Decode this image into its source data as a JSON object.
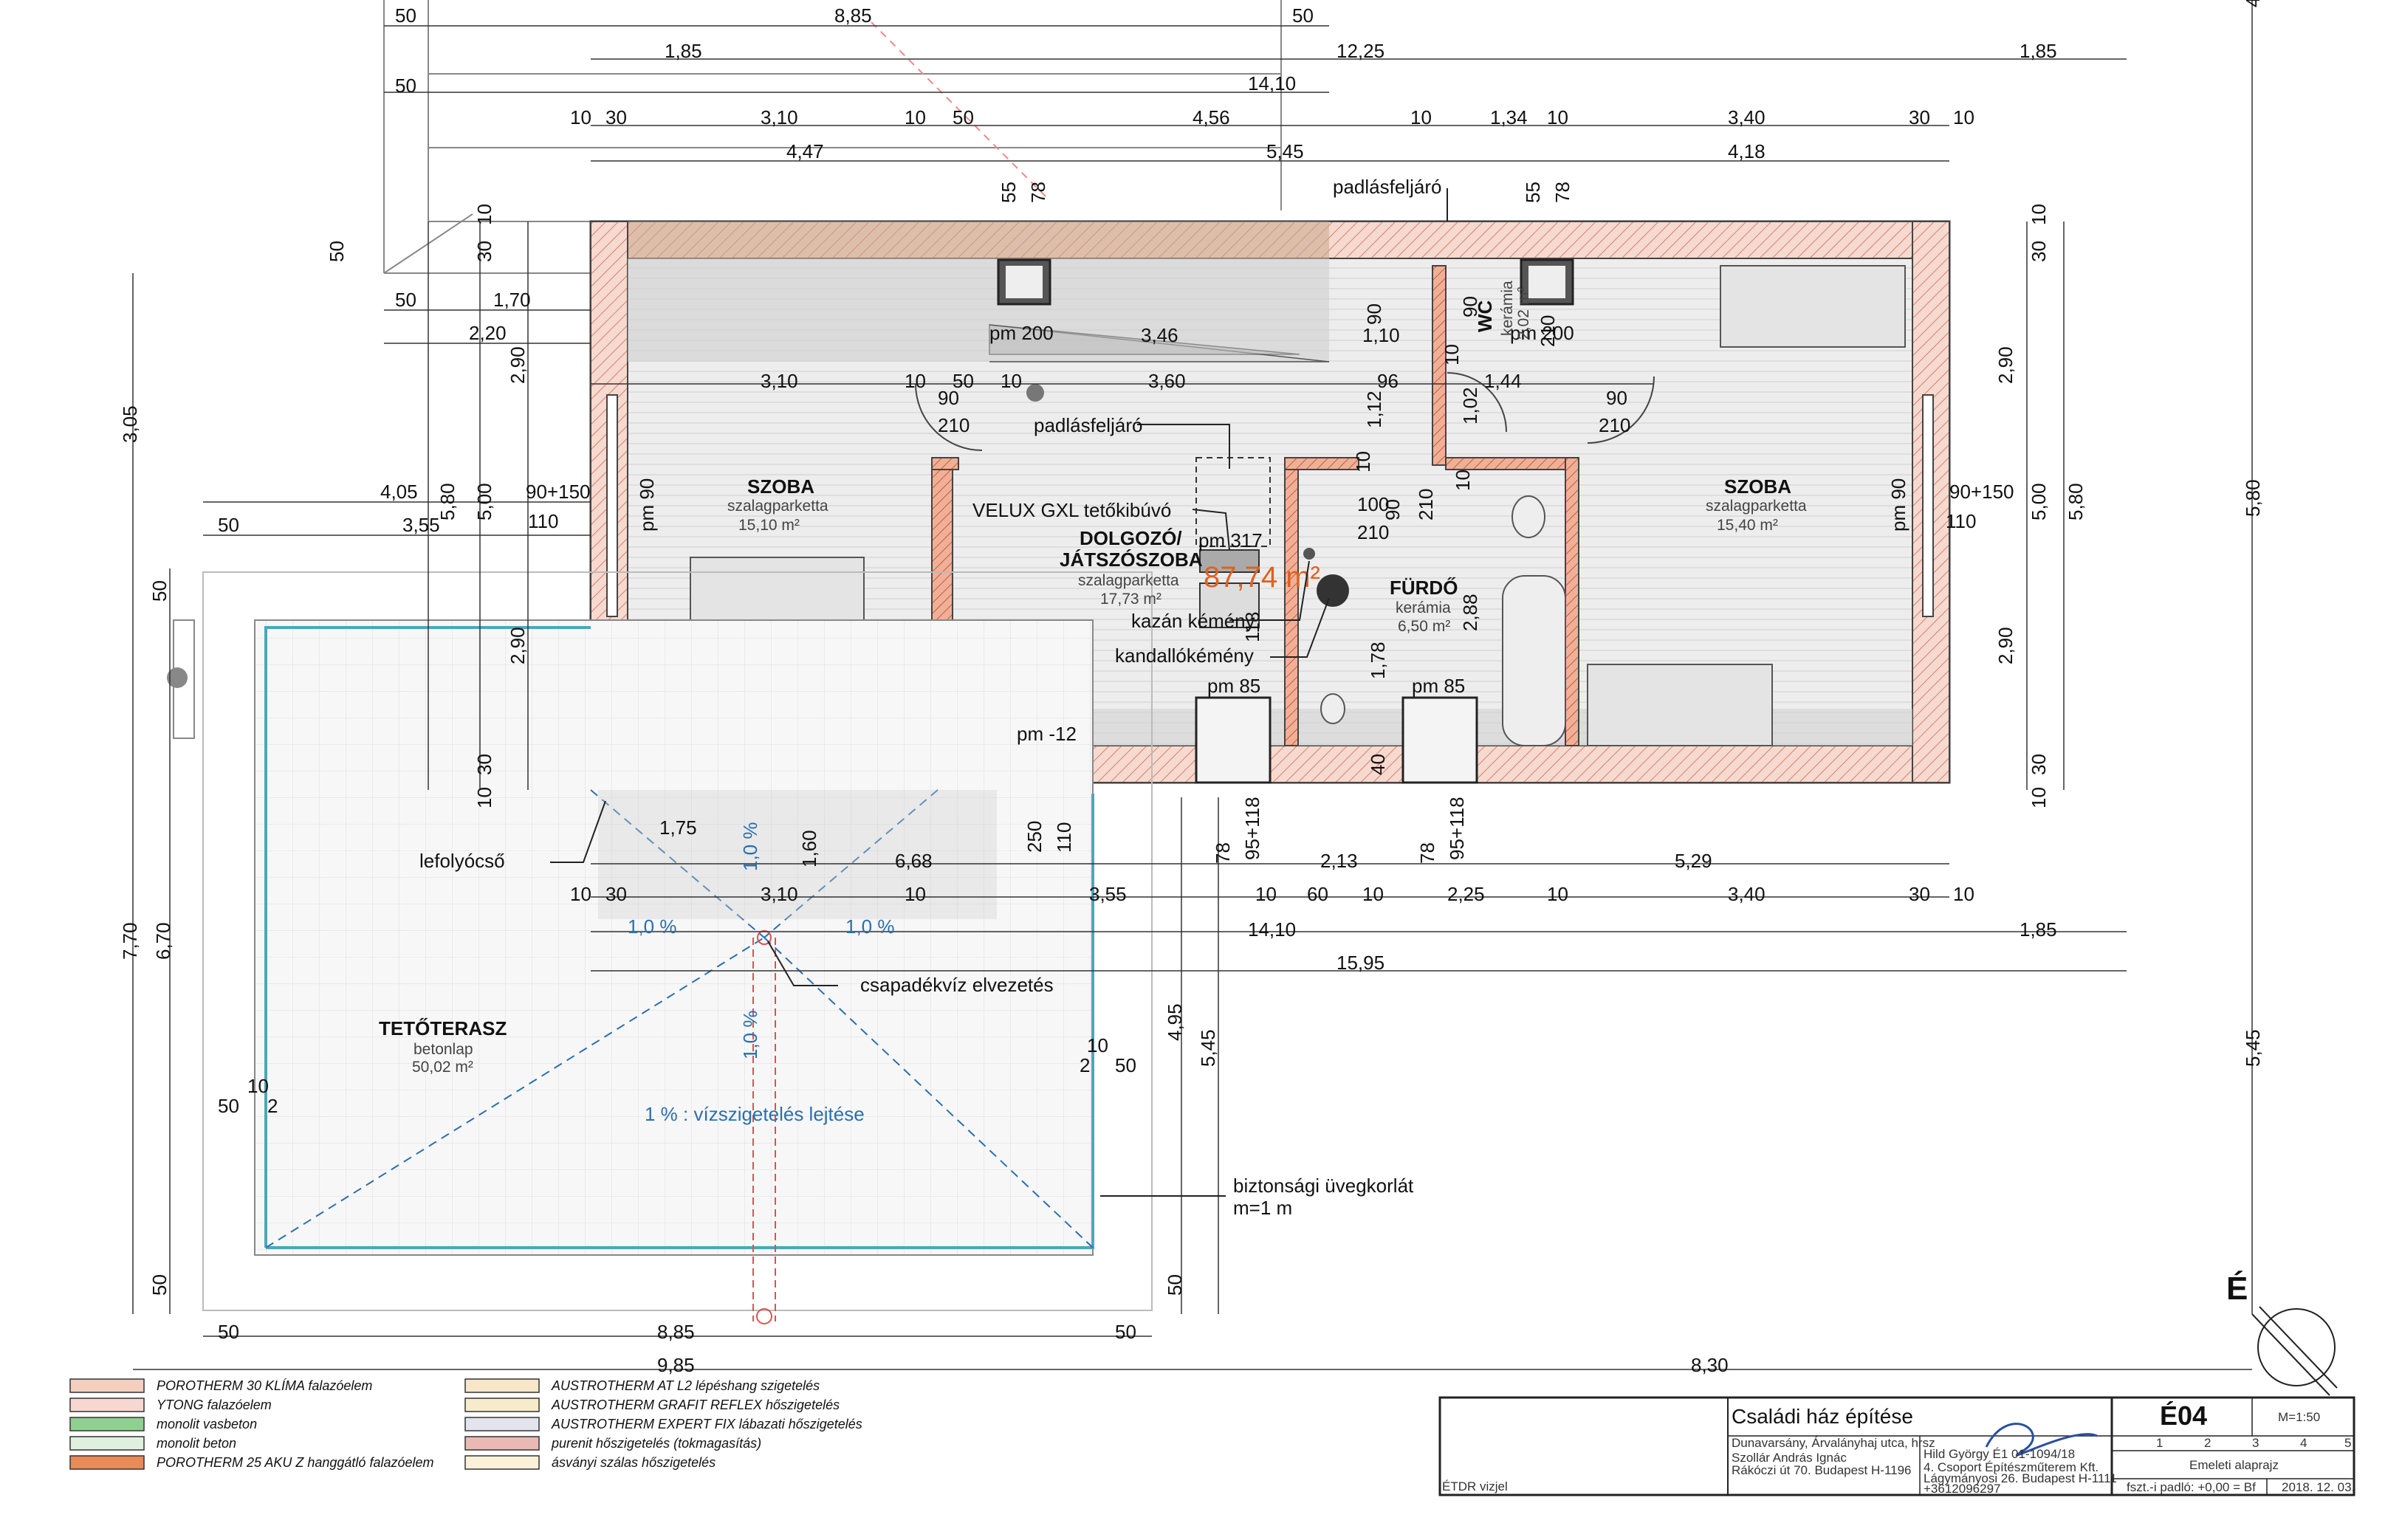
{
  "dims_top": {
    "r1_a": "50",
    "r1_b": "8,85",
    "r1_c": "50",
    "r2_a": "1,85",
    "r2_b": "12,25",
    "r2_c": "1,85",
    "r3_a": "50",
    "r3_b": "14,10",
    "r4": [
      "10",
      "30",
      "3,10",
      "10",
      "50",
      "4,56",
      "10",
      "1,34",
      "10",
      "3,40",
      "30",
      "10"
    ],
    "r5": [
      "4,47",
      "5,45",
      "4,18"
    ],
    "v1": [
      "55",
      "78",
      "55",
      "78"
    ]
  },
  "dims_left": {
    "h1": "50",
    "h2": "1,70",
    "h3": "2,20",
    "h4": "4,05",
    "h5": "3,55",
    "h6": "50",
    "v_a": "3,05",
    "v_b": "50",
    "v_c": "10",
    "v_d": "30",
    "v_e": "2,90",
    "v_f": "5,80",
    "v_g": "5,00",
    "v_h": "2,90",
    "v_i": "30",
    "v_j": "10",
    "v_k": "50",
    "v_l": "7,70",
    "v_m": "6,70",
    "v_n": "50",
    "pm90": "pm 90",
    "w90150": "90+150",
    "w110": "110"
  },
  "dims_inner": {
    "a": "3,10",
    "b": "10",
    "c": "50",
    "d": "10",
    "e": "3,60",
    "f": "96",
    "g": "1,44",
    "door90a": "90",
    "door210a": "210",
    "door90b": "90",
    "door210b": "210",
    "s346": "3,46",
    "s110": "1,10",
    "s90v": "90",
    "s112": "1,12",
    "s102": "1,02",
    "s10a": "10",
    "s10b": "10",
    "s100": "100",
    "s210": "210",
    "s90c": "90",
    "s210c": "210",
    "s288": "2,88",
    "s178": "1,78",
    "s40": "40",
    "s10c": "10",
    "s118": "118",
    "pm200a": "pm 200",
    "pm200b": "pm 200",
    "pm85a": "pm 85",
    "pm85b": "pm 85",
    "pm12": "pm -12",
    "pm317": "pm 317",
    "s90w": "90",
    "s210w": "210"
  },
  "dims_right": {
    "v_total": "5,80",
    "v_2": "5,45",
    "v_10a": "10",
    "v_30a": "30",
    "v_290a": "2,90",
    "v_500": "5,00",
    "v_580": "5,80",
    "v_290b": "2,90",
    "v_30b": "30",
    "v_10b": "10",
    "pm90": "pm 90",
    "w90150": "90+150",
    "w110": "110",
    "top4": "4"
  },
  "dims_bottom": {
    "a": "1,75",
    "b": "6,68",
    "c": "2,13",
    "d": "5,29",
    "v160": "1,60",
    "v250": "250",
    "v110": "110",
    "v78a": "78",
    "v95a": "95+118",
    "v78b": "78",
    "v95b": "95+118",
    "r1": [
      "10",
      "30",
      "3,10",
      "10",
      "3,55",
      "10",
      "60",
      "10",
      "2,25",
      "10",
      "3,40",
      "30",
      "10"
    ],
    "r2": [
      "14,10",
      "1,85"
    ],
    "r3": "15,95",
    "slope1": "1,0 %",
    "slope2": "1,0 %",
    "slope3": "1,0 %",
    "slope4": "1,0 %",
    "v495": "4,95",
    "v545": "5,45",
    "v10": "10",
    "v2": "2",
    "v50": "50",
    "v10l": "10",
    "v2l": "2",
    "v50l": "50",
    "v50b": "50",
    "b1": "50",
    "b2": "8,85",
    "b3": "50",
    "c1": "9,85",
    "c2": "8,30"
  },
  "rooms": {
    "szoba1": {
      "name": "SZOBA",
      "floor": "szalagparketta",
      "area": "15,10 m²"
    },
    "dolgozo": {
      "name1": "DOLGOZÓ/",
      "name2": "JÁTSZÓSZOBA",
      "floor": "szalagparketta",
      "area": "17,73 m²"
    },
    "wc": {
      "name": "WC",
      "floor": "kerámia",
      "area": "2,02 m²"
    },
    "furdo": {
      "name": "FÜRDŐ",
      "floor": "kerámia",
      "area": "6,50 m²"
    },
    "szoba2": {
      "name": "SZOBA",
      "floor": "szalagparketta",
      "area": "15,40 m²"
    },
    "terasz": {
      "name": "TETŐTERASZ",
      "floor": "betonlap",
      "area": "50,02 m²"
    },
    "total": "87,74 m²"
  },
  "notes": {
    "padlas1": "padlásfeljáró",
    "padlas2": "padlásfeljáró",
    "velux": "VELUX GXL tetőkibúvó",
    "kazan": "kazán kémény",
    "kandallo": "kandallókémény",
    "lefolyo": "lefolyócső",
    "csapadek": "csapadékvíz elvezetés",
    "lejtes": "1 % : vízszigetelés lejtése",
    "korlat1": "biztonsági üvegkorlát",
    "korlat2": "m=1 m",
    "north": "É"
  },
  "legend": [
    {
      "label": "POROTHERM 30 KLÍMA falazóelem",
      "color": "#f3cfc0"
    },
    {
      "label": "YTONG falazóelem",
      "color": "#f7d8d0"
    },
    {
      "label": "monolit vasbeton",
      "color": "#8fd08f"
    },
    {
      "label": "monolit beton",
      "color": "#dff0df"
    },
    {
      "label": "POROTHERM 25 AKU Z hanggátló falazóelem",
      "color": "#e98a58"
    },
    {
      "label": "AUSTROTHERM AT L2 lépéshang szigetelés",
      "color": "#f7e6c8"
    },
    {
      "label": "AUSTROTHERM GRAFIT REFLEX hőszigetelés",
      "color": "#f6ecc9"
    },
    {
      "label": "AUSTROTHERM EXPERT FIX lábazati hőszigetelés",
      "color": "#e4e4ef"
    },
    {
      "label": "purenit hőszigetelés (tokmagasítás)",
      "color": "#e9b9b4"
    },
    {
      "label": "ásványi szálas hőszigetelés",
      "color": "#faf1d8"
    }
  ],
  "titleblock": {
    "project": "Családi ház építése",
    "site": "Dunavarsány, Árvalányhaj utca, hrsz",
    "owner": "Szollár András Ignác",
    "owner_addr": "Rákóczi út 70. Budapest H-1196",
    "architect": "Hild György    É1 01-1094/18",
    "firm": "4. Csoport Építészműterem Kft.",
    "firm_addr": "Lágymányosi 26. Budapest H-1111",
    "phone": "+3612096297",
    "sheet": "É04",
    "scale": "M=1:50",
    "scale_marks": [
      "1",
      "2",
      "3",
      "4",
      "5"
    ],
    "drawing": "Emeleti alaprajz",
    "level": "fszt.-i padló: +0,00 = Bf",
    "date": "2018. 12. 03.",
    "stamp": "ÉTDR vizjel"
  }
}
